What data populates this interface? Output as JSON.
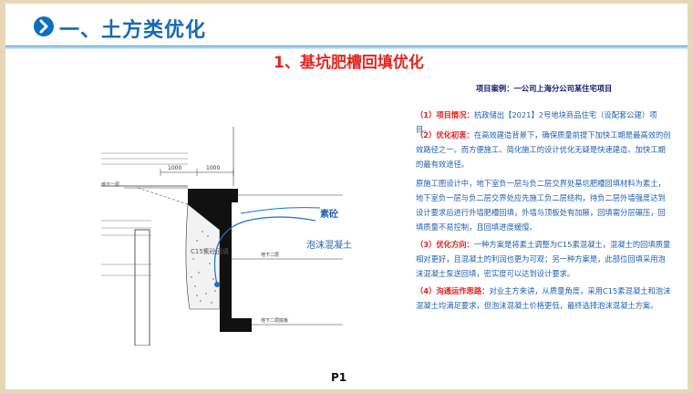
{
  "header": {
    "icon": "chevron-right-circle-icon",
    "title": "一、土方类优化",
    "accent": "#0c6fc5"
  },
  "section_title": "1、基坑肥槽回填优化",
  "drawing": {
    "labels": {
      "sugan": "素砼",
      "foam": "泡沫混凝土",
      "c15": "C15素砼回填",
      "dim1": "1000",
      "dim2": "1000"
    },
    "notes": [
      "地下一层",
      "地下二层",
      "地下二层底板"
    ]
  },
  "case_title": "项目案例：一公司上海分公司某住宅项目",
  "paragraphs": {
    "p1_key": "（1）项目情况：",
    "p1_text": "杭政储出【2021】2号地块商品住宅（设配套公建）项目。",
    "p2_key": "（2）优化初衷：",
    "p2_text": "在高效建造背景下，确保质量前提下加快工期是最高效的创效路径之一。而方便施工、简化施工的设计优化无疑是快速建造、加快工期的最有效途径。",
    "p3_text": "原施工图设计中，地下室负一层与负二层交界处基坑肥槽回填材料为素土，地下室负一层与负二层交界处应先施工负二层结构，待负二层外墙强度达到设计要求后进行外墙肥槽回填，外墙与顶板处有加腋，回填需分层碾压，回填质量不易控制，且回填进度缓慢。",
    "p4_key": "（3）优化方向：",
    "p4_text": "一种方案是将素土调整为C15素混凝土，混凝土的回填质量相对更好，且混凝土的利润也更为可观；另一种方案是，此部位回填采用泡沫混凝土泵送回填，密实度可以达到设计要求。",
    "p5_key": "（4）沟通运作思路：",
    "p5_text": "对业主方来讲，从质量角度，采用C15素混凝土和泡沫混凝土均满足要求，但泡沫混凝土价格更低，最终选择泡沫混凝土方案。"
  },
  "page_number": "P1"
}
